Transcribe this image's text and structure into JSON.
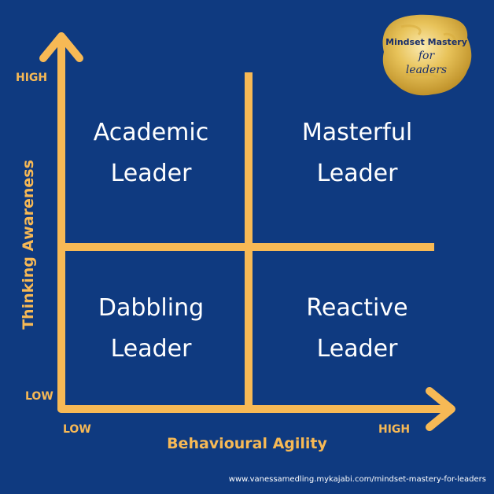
{
  "diagram": {
    "y_axis": {
      "label": "Thinking Awareness",
      "high": "HIGH",
      "low": "LOW"
    },
    "x_axis": {
      "label": "Behavioural Agility",
      "low": "LOW",
      "high": "HIGH"
    },
    "quadrants": {
      "top_left": {
        "line1": "Academic",
        "line2": "Leader"
      },
      "top_right": {
        "line1": "Masterful",
        "line2": "Leader"
      },
      "bottom_left": {
        "line1": "Dabbling",
        "line2": "Leader"
      },
      "bottom_right": {
        "line1": "Reactive",
        "line2": "Leader"
      }
    }
  },
  "badge": {
    "title": "Mindset Mastery",
    "line2": "for",
    "line3": "leaders"
  },
  "footer": "www.vanessamedling.mykajabi.com/mindset-mastery-for-leaders",
  "colors": {
    "background": "#0f3a80",
    "accent": "#f7b955",
    "text": "#ffffff"
  }
}
